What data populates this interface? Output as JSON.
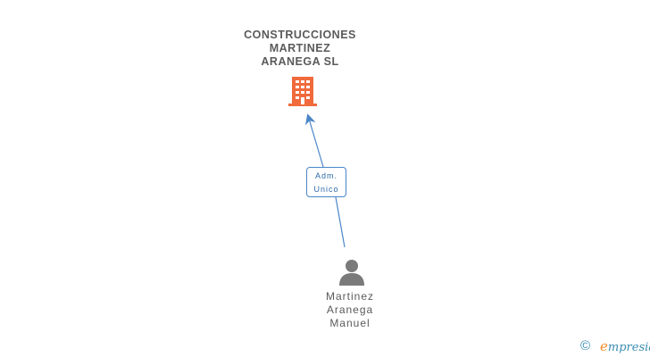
{
  "company": {
    "name": "CONSTRUCCIONES\nMARTINEZ\nARANEGA SL",
    "icon": "building-icon",
    "icon_color": "#f06a3c"
  },
  "relation": {
    "line1": "Adm.",
    "line2": "Unico",
    "line_color": "#4a86c8"
  },
  "person": {
    "name": "Martinez\nAranega\nManuel",
    "icon": "person-icon",
    "icon_color": "#7a7a7a"
  },
  "brand": {
    "copyright_symbol": "©",
    "initial": "e",
    "rest": "mpresia",
    "initial_color": "#f28c28",
    "color": "#3a8db0"
  }
}
